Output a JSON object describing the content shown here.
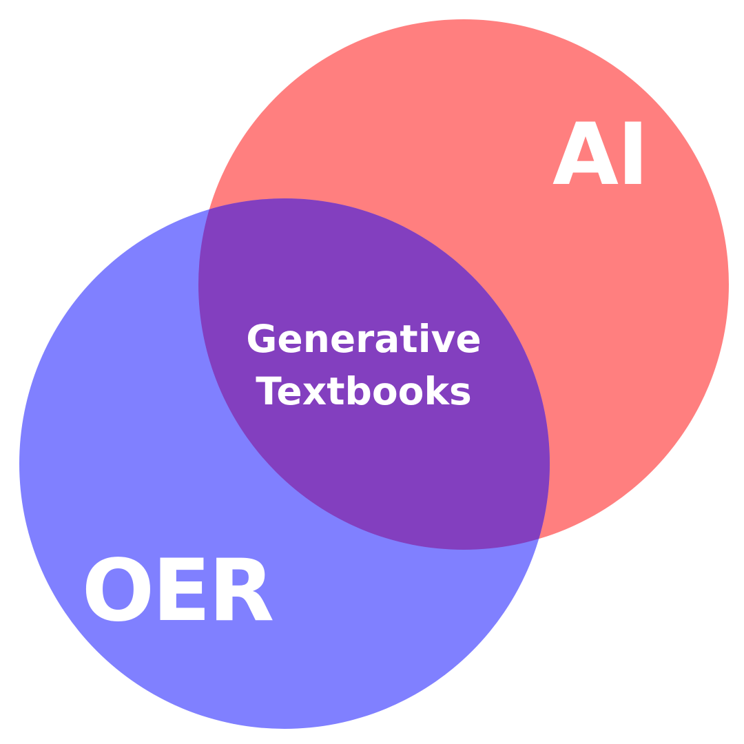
{
  "diagram": {
    "type": "venn",
    "sets": [
      {
        "label": "AI",
        "color": "#ff7f7f"
      },
      {
        "label": "OER",
        "color": "#8080ff"
      }
    ],
    "overlap": {
      "label_line_1": "Generative",
      "label_line_2": "Textbooks",
      "color": "#833fbf"
    },
    "background": "#ffffff"
  }
}
